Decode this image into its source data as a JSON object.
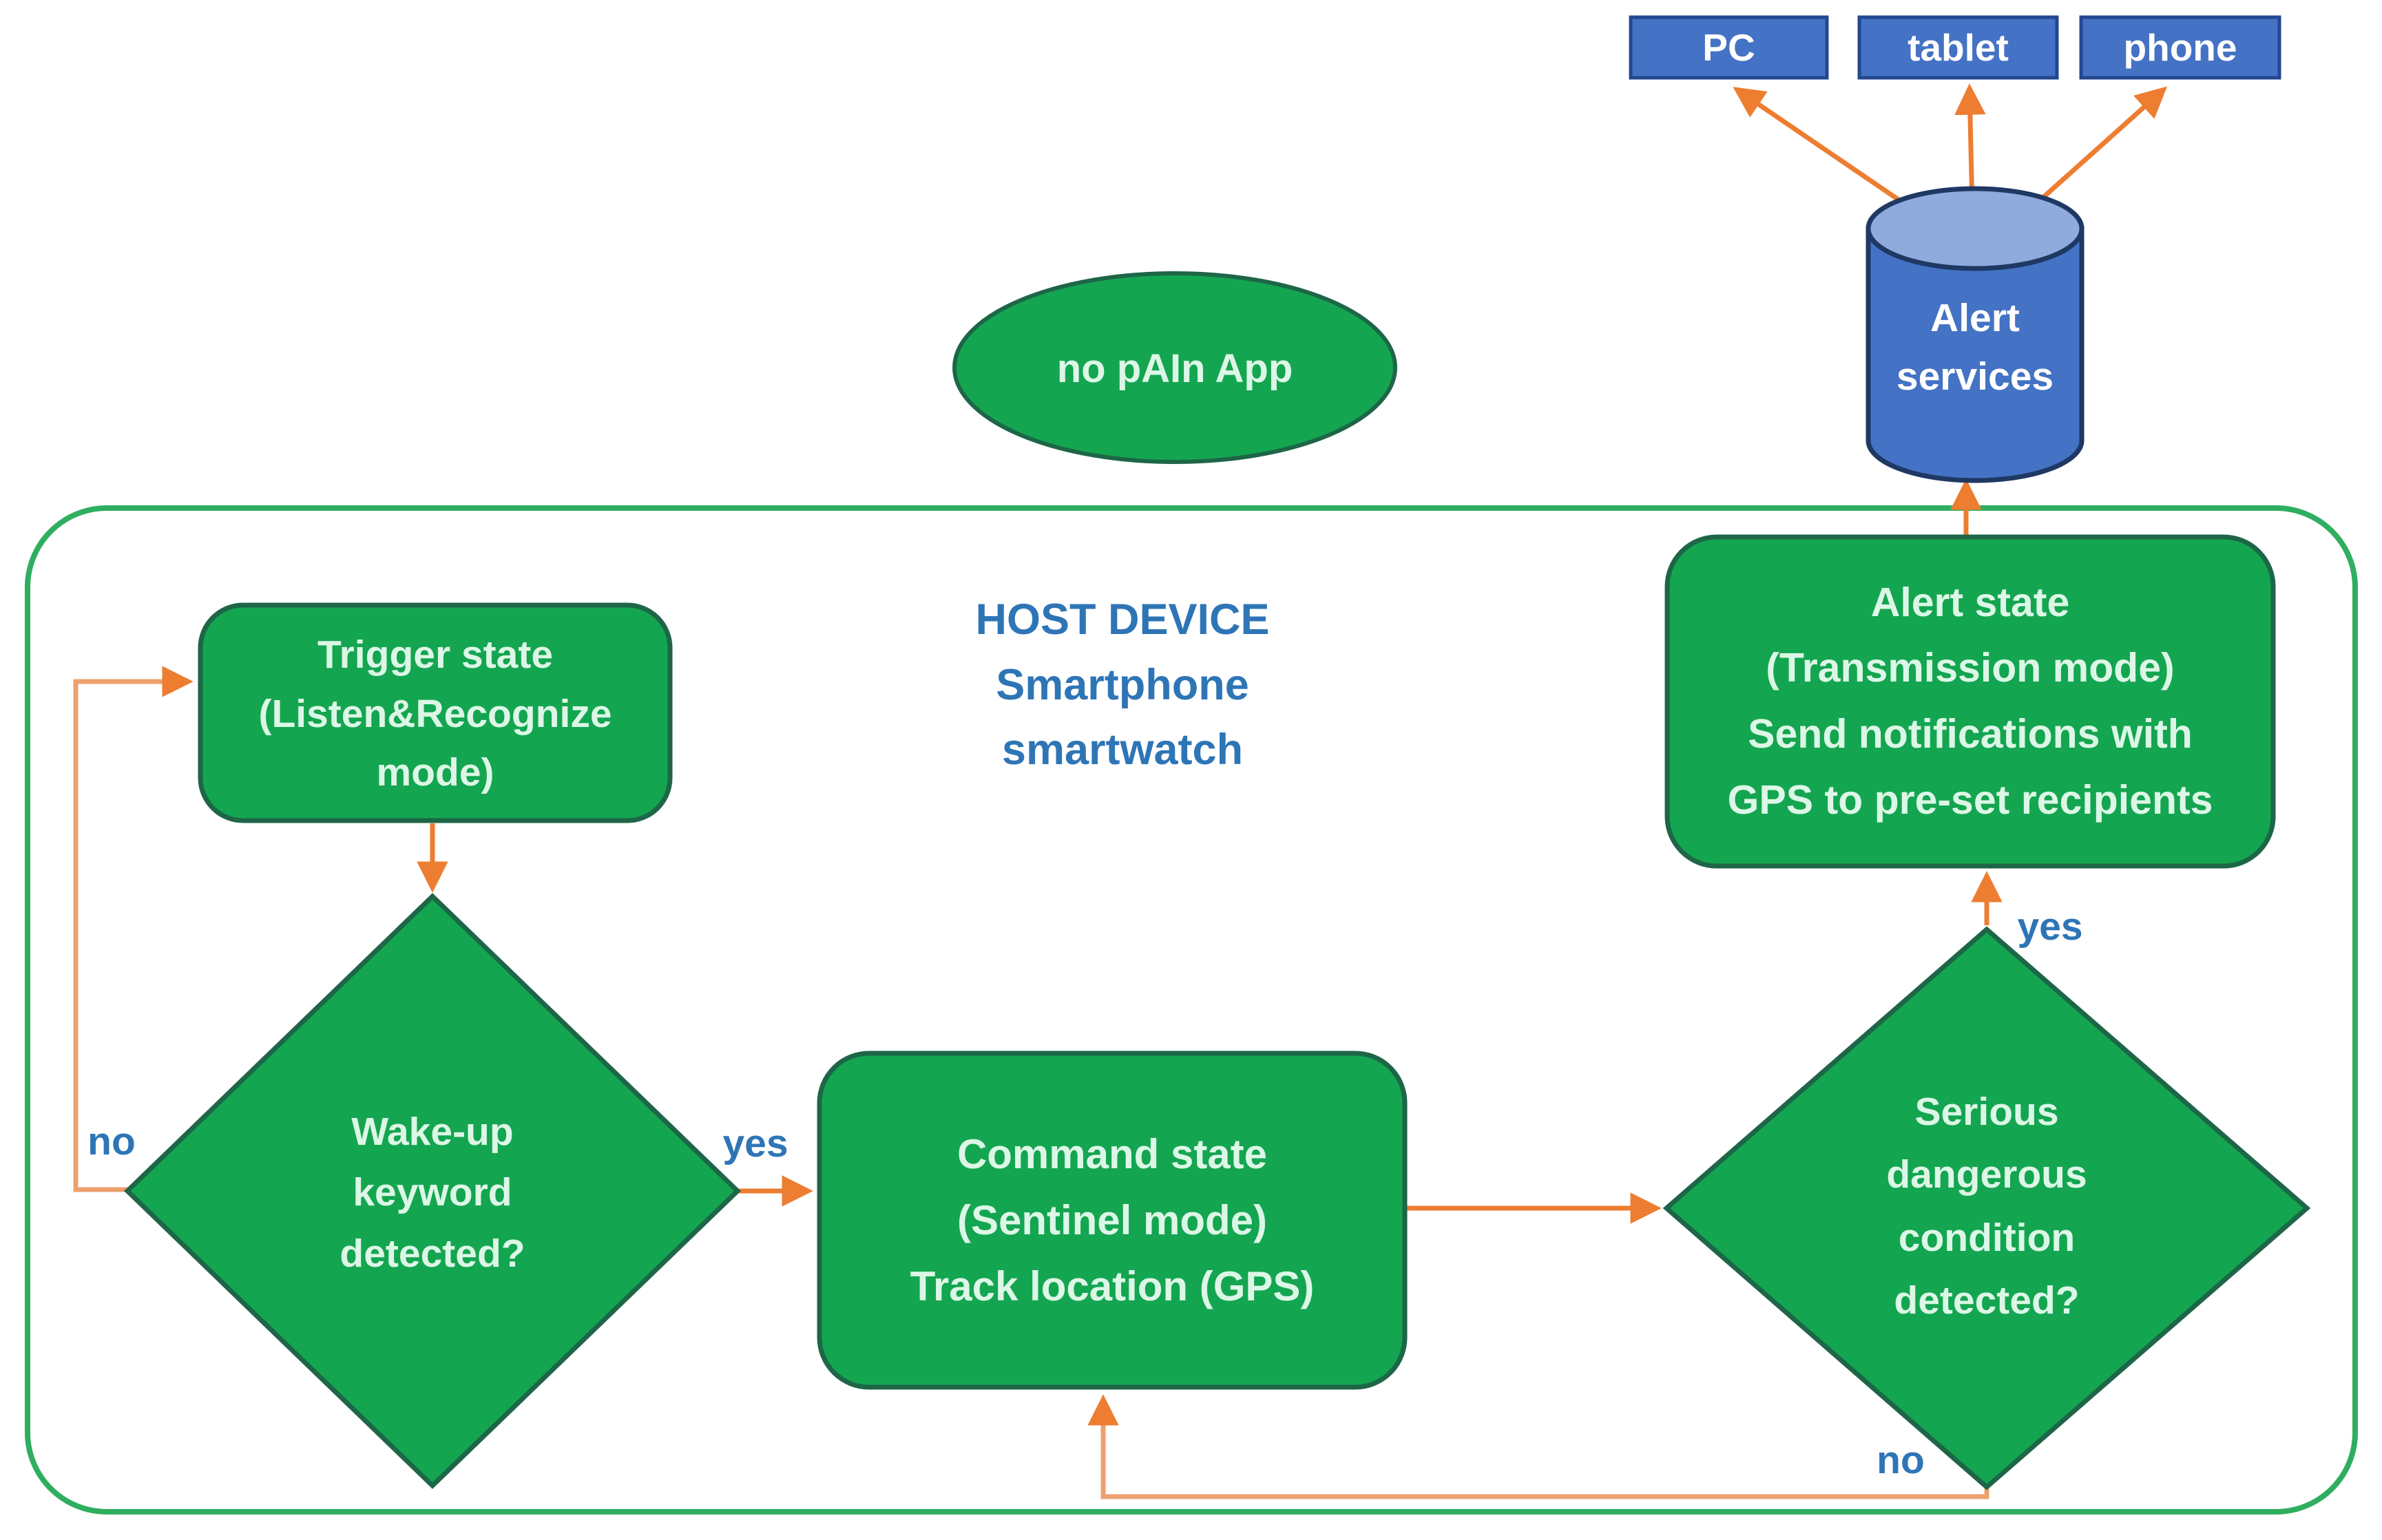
{
  "diagram": {
    "title_ellipse": "no pAIn App",
    "host_device_note": "HOST DEVICE\nSmartphone\nsmartwatch",
    "devices": [
      {
        "label": "PC"
      },
      {
        "label": "tablet"
      },
      {
        "label": "phone"
      }
    ],
    "alert_services": "Alert\nservices",
    "nodes": {
      "trigger": "Trigger state\n(Listen&Recognize\nmode)",
      "wakeup": "Wake-up\nkeyword\ndetected?",
      "command": "Command state\n(Sentinel mode)\nTrack location (GPS)",
      "serious": "Serious\ndangerous\ncondition\ndetected?",
      "alert": "Alert state\n(Transmission mode)\nSend notifications with\nGPS to pre-set recipients"
    },
    "edge_labels": {
      "wakeup_no": "no",
      "wakeup_yes": "yes",
      "serious_yes": "yes",
      "serious_no": "no"
    },
    "colors": {
      "node_green": "#14a551",
      "node_green_border": "#1d6647",
      "container_border": "#2fae60",
      "connector_orange": "#ed7d31",
      "connector_orange_light": "#eda06e",
      "device_blue": "#4472c4",
      "device_blue_border": "#24478f",
      "cylinder_top_blue": "#8faadc",
      "cylinder_border": "#1f3864",
      "blue_text": "#2e75b6",
      "node_text": "#dcf7e6"
    }
  }
}
